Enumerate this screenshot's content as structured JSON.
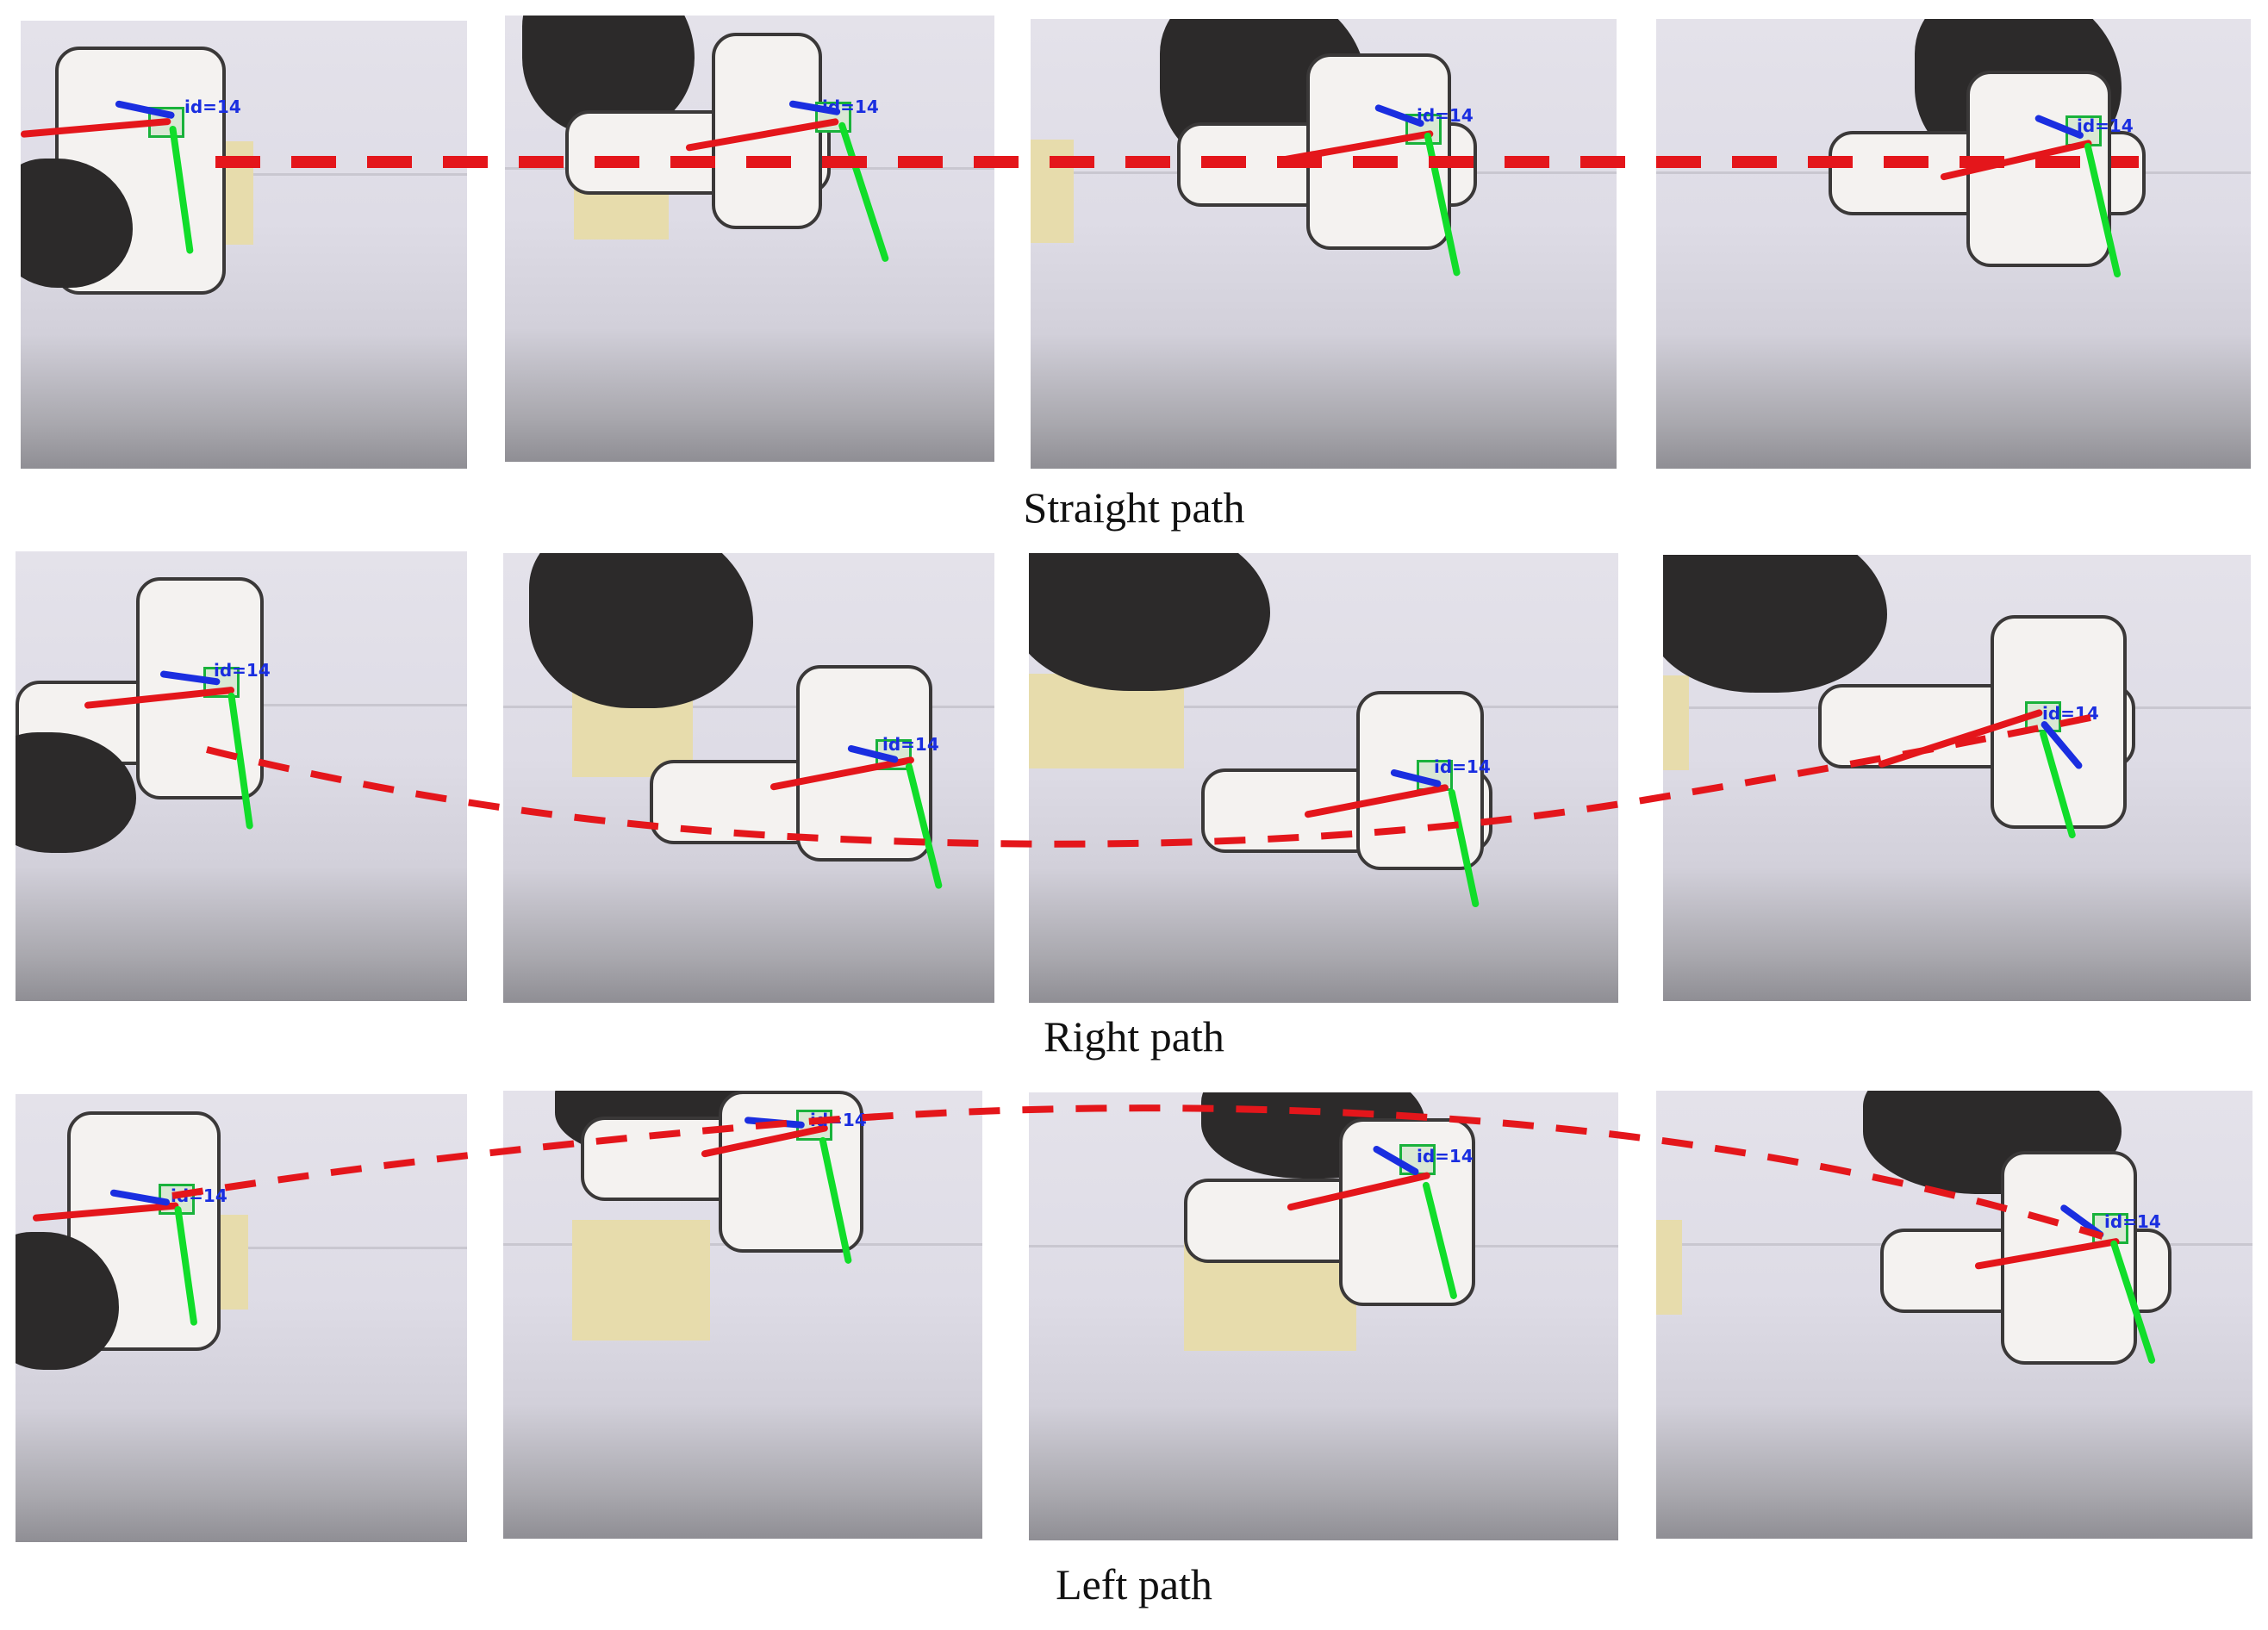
{
  "captions": {
    "straight": "Straight path",
    "right": "Right path",
    "left": "Left path"
  },
  "marker_label": "id=14",
  "colors": {
    "path": "#e4161b",
    "x_axis": "#e4161b",
    "y_axis": "#11dd2a",
    "z_axis": "#1a2ee0",
    "caption_text": "#111111"
  }
}
